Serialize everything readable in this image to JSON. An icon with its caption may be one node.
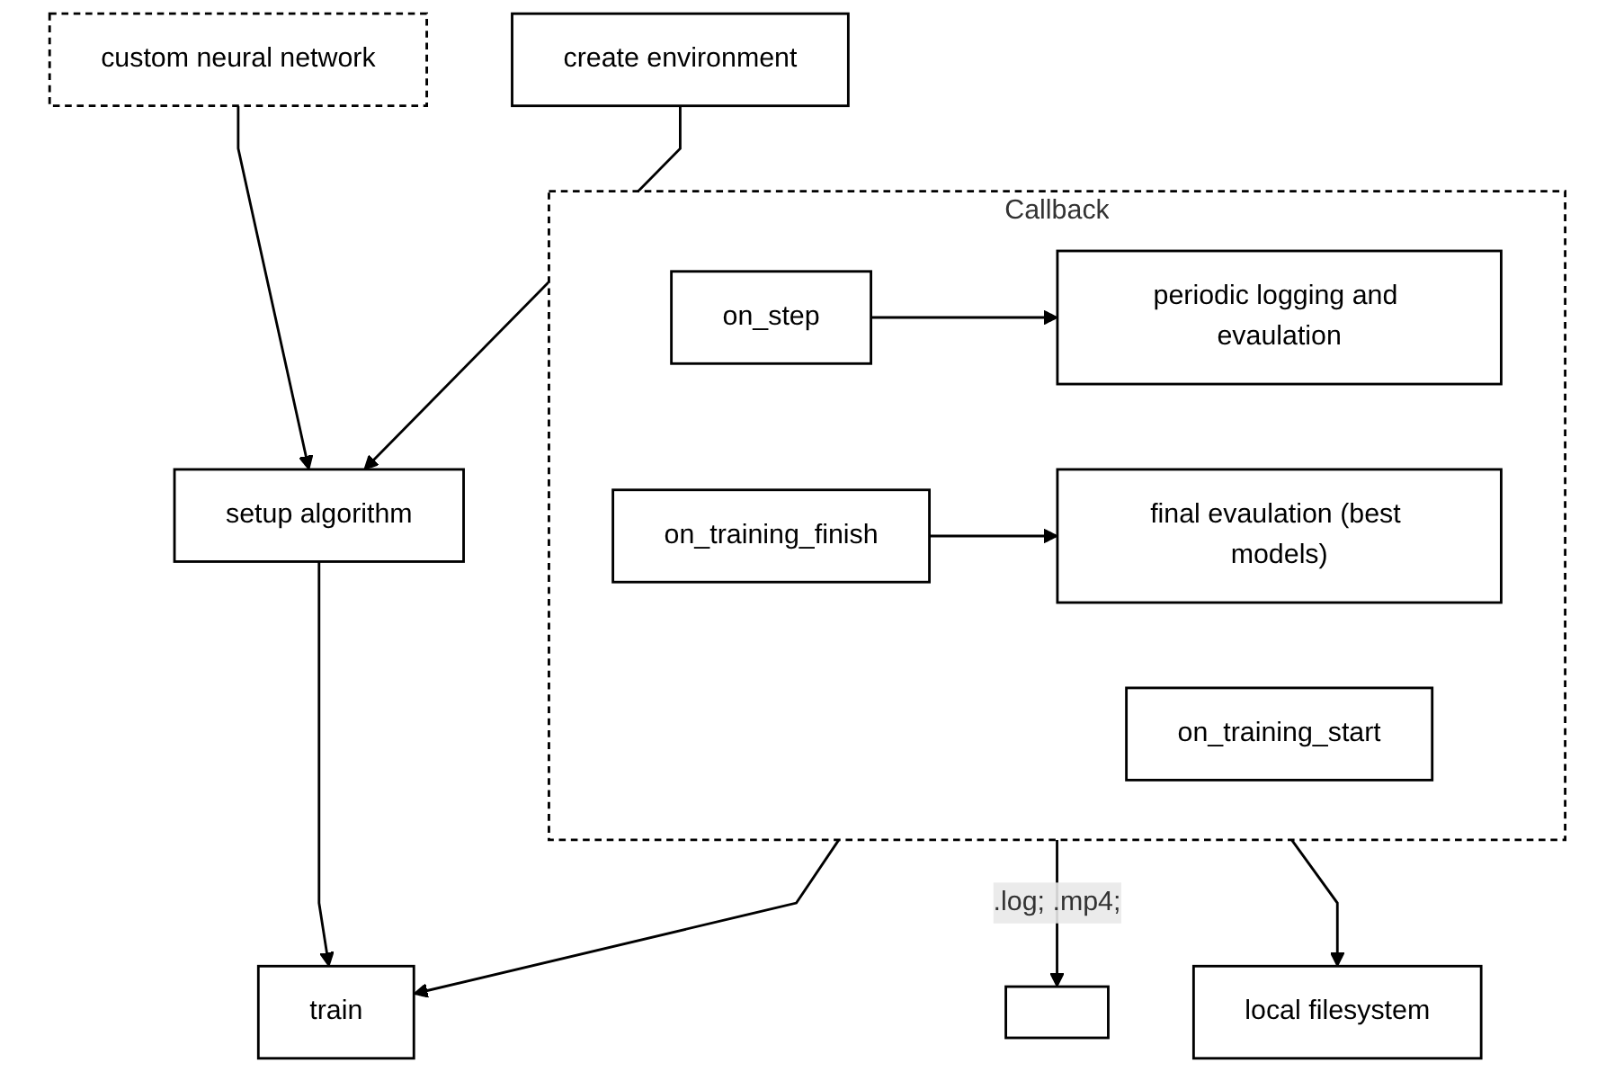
{
  "diagram": {
    "nodes": [
      {
        "text": [
          "Callback"
        ]
      },
      {
        "text": [
          "on_step"
        ],
        "in": 0
      },
      {
        "text": [
          "periodic logging and evaulation"
        ],
        "in": 0
      },
      {
        "text": [
          "on_training_start"
        ],
        "in": 0
      },
      {
        "text": [
          "on_training_finish"
        ],
        "in": 0
      },
      {
        "text": [
          "final evaulation (best models)"
        ],
        "in": 0
      },
      {
        "text": [],
        "shape": "box"
      },
      {
        "text": [
          "local filesystem"
        ]
      },
      {
        "text": [
          "custom neural network"
        ]
      },
      {
        "text": [
          "create environment"
        ]
      },
      {
        "text": [
          "setup algorithm"
        ]
      },
      {
        "text": [
          "train"
        ]
      }
    ],
    "edges": [
      {
        "from": 1,
        "to": 2,
        "arrow": "to"
      },
      {
        "from": 4,
        "to": 5,
        "arrow": "to"
      },
      {
        "from": 0,
        "to": 6,
        "arrow": "to",
        "label": ".log; .mp4;"
      },
      {
        "from": 0,
        "to": 7,
        "arrow": "to"
      },
      {
        "from": 0,
        "to": 11,
        "arrow": "to"
      },
      {
        "from": 8,
        "to": 10,
        "arrow": "to"
      },
      {
        "from": 9,
        "to": 10,
        "arrow": "to"
      },
      {
        "from": 10,
        "to": 11,
        "arrow": "to"
      }
    ]
  }
}
